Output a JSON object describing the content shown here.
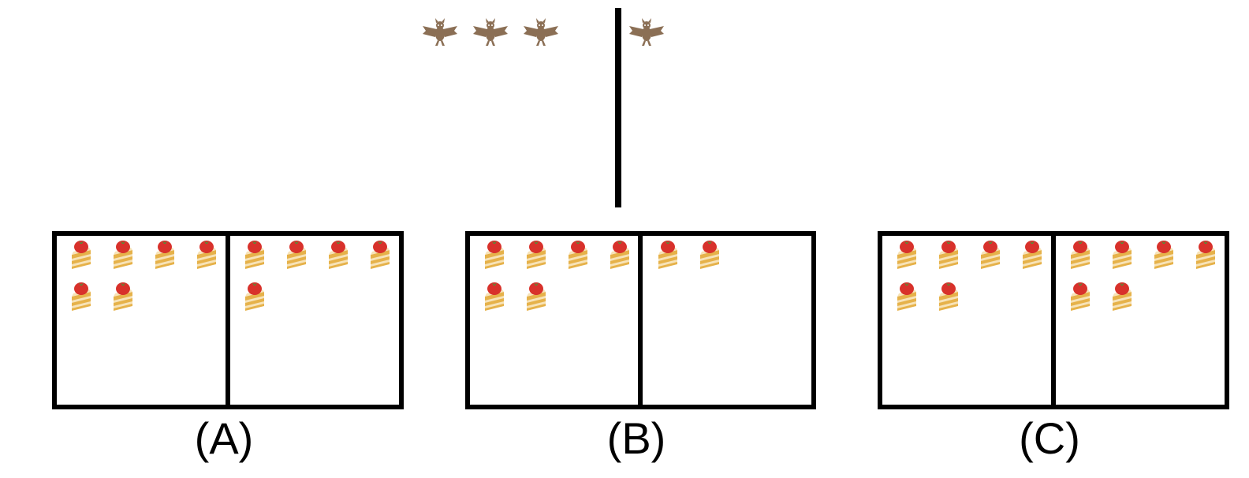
{
  "top": {
    "left_group": {
      "item": "bat-icon",
      "count": 3
    },
    "right_group": {
      "item": "bat-icon",
      "count": 1
    }
  },
  "options": [
    {
      "label": "(A)",
      "left_count": 6,
      "right_count": 5,
      "item": "cake-icon"
    },
    {
      "label": "(B)",
      "left_count": 6,
      "right_count": 2,
      "item": "cake-icon"
    },
    {
      "label": "(C)",
      "left_count": 6,
      "right_count": 6,
      "item": "cake-icon"
    }
  ],
  "colors": {
    "line": "#000000",
    "bat": "#8b6f55",
    "cake_sponge": "#e6b24a",
    "cake_cream": "#f7e3b8",
    "strawberry": "#d8312b",
    "leaf": "#3f9a3a"
  }
}
